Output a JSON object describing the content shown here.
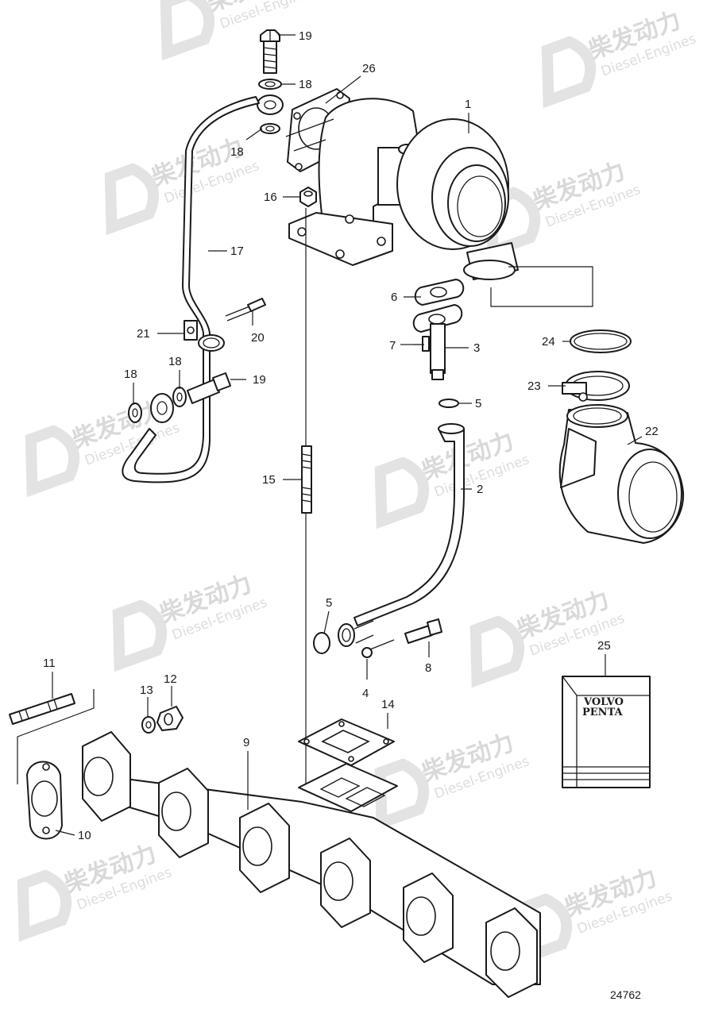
{
  "watermark": {
    "brand": "柴发动力",
    "sub": "Diesel-Engines"
  },
  "callouts": [
    "1",
    "2",
    "3",
    "4",
    "5",
    "5",
    "6",
    "7",
    "8",
    "9",
    "10",
    "11",
    "12",
    "13",
    "14",
    "15",
    "16",
    "17",
    "18",
    "18",
    "18",
    "19",
    "19",
    "20",
    "21",
    "22",
    "23",
    "24",
    "25",
    "26"
  ],
  "bag_label": {
    "line1": "VOLVO",
    "line2": "PENTA"
  },
  "drawing_number": "24762"
}
